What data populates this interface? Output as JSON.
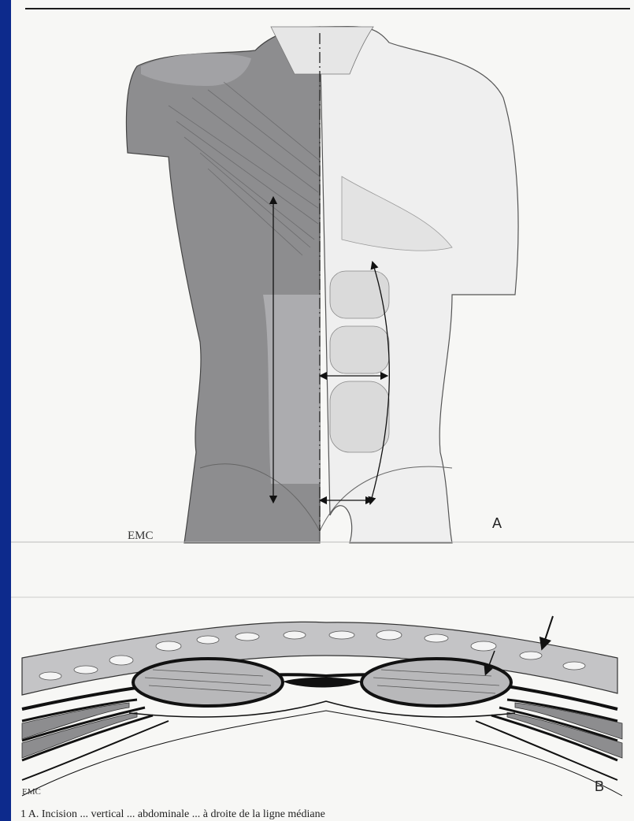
{
  "figure": {
    "panel_a": {
      "label": "A",
      "credit": "EMC"
    },
    "panel_b": {
      "label": "B",
      "credit": "EMC"
    },
    "caption_fragment": "1  A. Incision ... vertical ... abdominale ... à droite de la ligne médiane"
  },
  "colors": {
    "frame": "#0d2a8c",
    "paper": "#f7f7f5",
    "muscle": "#8d8d8f",
    "skin": "#d8d8d8",
    "ink": "#1c1c1c"
  }
}
